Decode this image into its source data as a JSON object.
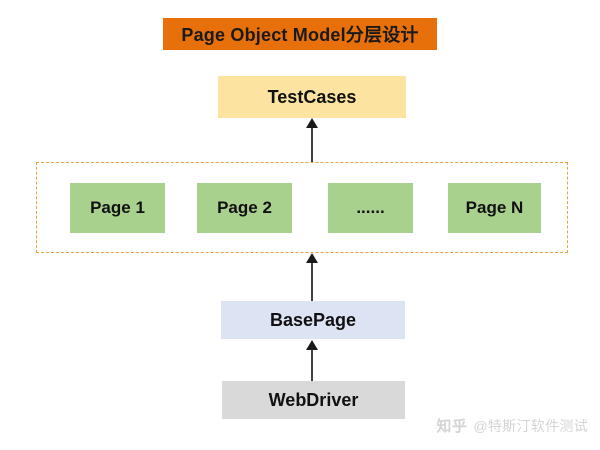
{
  "title": {
    "text": "Page Object Model分层设计",
    "background_color": "#E8700A"
  },
  "diagram": {
    "type": "layered-architecture",
    "nodes": {
      "testcases": {
        "label": "TestCases",
        "color": "#FCE4A0"
      },
      "basepage": {
        "label": "BasePage",
        "color": "#DCE3F2"
      },
      "webdriver": {
        "label": "WebDriver",
        "color": "#D9D9D9"
      }
    },
    "page_layer": {
      "border_color": "#E8A33D",
      "box_color": "#A9D18E",
      "boxes": [
        {
          "label": "Page 1"
        },
        {
          "label": "Page 2"
        },
        {
          "label": "......"
        },
        {
          "label": "Page N"
        }
      ]
    },
    "arrows": [
      {
        "from": "page-layer",
        "to": "testcases",
        "direction": "up"
      },
      {
        "from": "basepage",
        "to": "page-layer",
        "direction": "up"
      },
      {
        "from": "webdriver",
        "to": "basepage",
        "direction": "up"
      }
    ]
  },
  "watermark": {
    "logo": "知乎",
    "handle": "@特斯汀软件测试"
  }
}
